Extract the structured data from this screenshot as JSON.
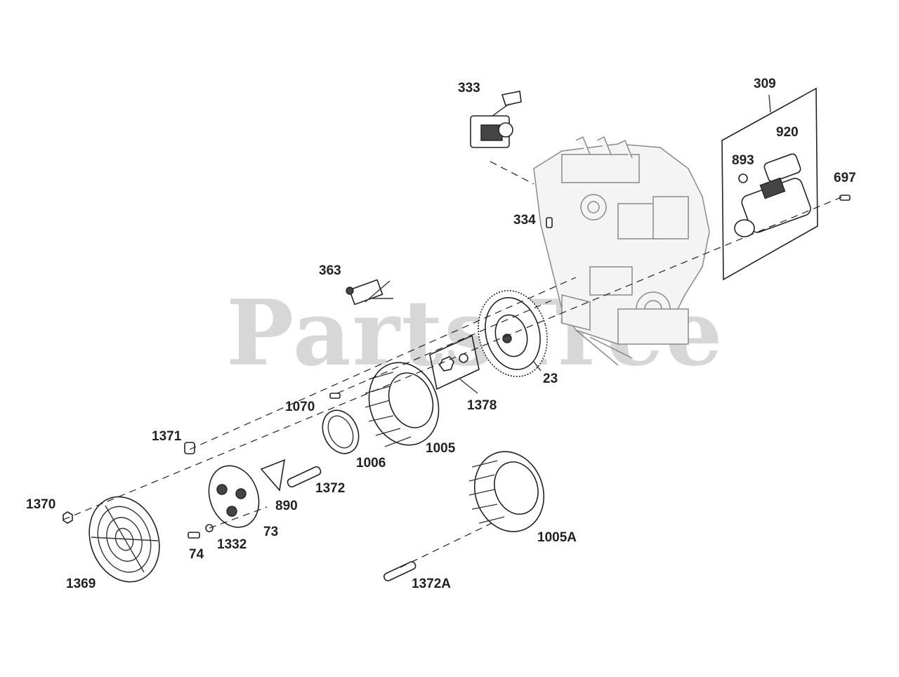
{
  "watermark": "PartsTree",
  "callouts": {
    "p333": "333",
    "p309": "309",
    "p920": "920",
    "p893": "893",
    "p697": "697",
    "p334": "334",
    "p363": "363",
    "p23": "23",
    "p1378": "1378",
    "p1070": "1070",
    "p1371": "1371",
    "p1005": "1005",
    "p1006": "1006",
    "p1372": "1372",
    "p890": "890",
    "p1370": "1370",
    "p73": "73",
    "p1332": "1332",
    "p74": "74",
    "p1005A": "1005A",
    "p1369": "1369",
    "p1372A": "1372A"
  }
}
